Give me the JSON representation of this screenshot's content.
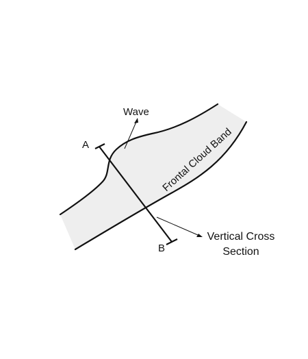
{
  "diagram": {
    "labels": {
      "wave": "Wave",
      "point_a": "A",
      "point_b": "B",
      "band": "Frontal Cloud Band",
      "section_line1": "Vertical Cross",
      "section_line2": "Section"
    },
    "colors": {
      "band_fill": "#eeeeee",
      "line": "#111111",
      "text": "#111111"
    }
  }
}
